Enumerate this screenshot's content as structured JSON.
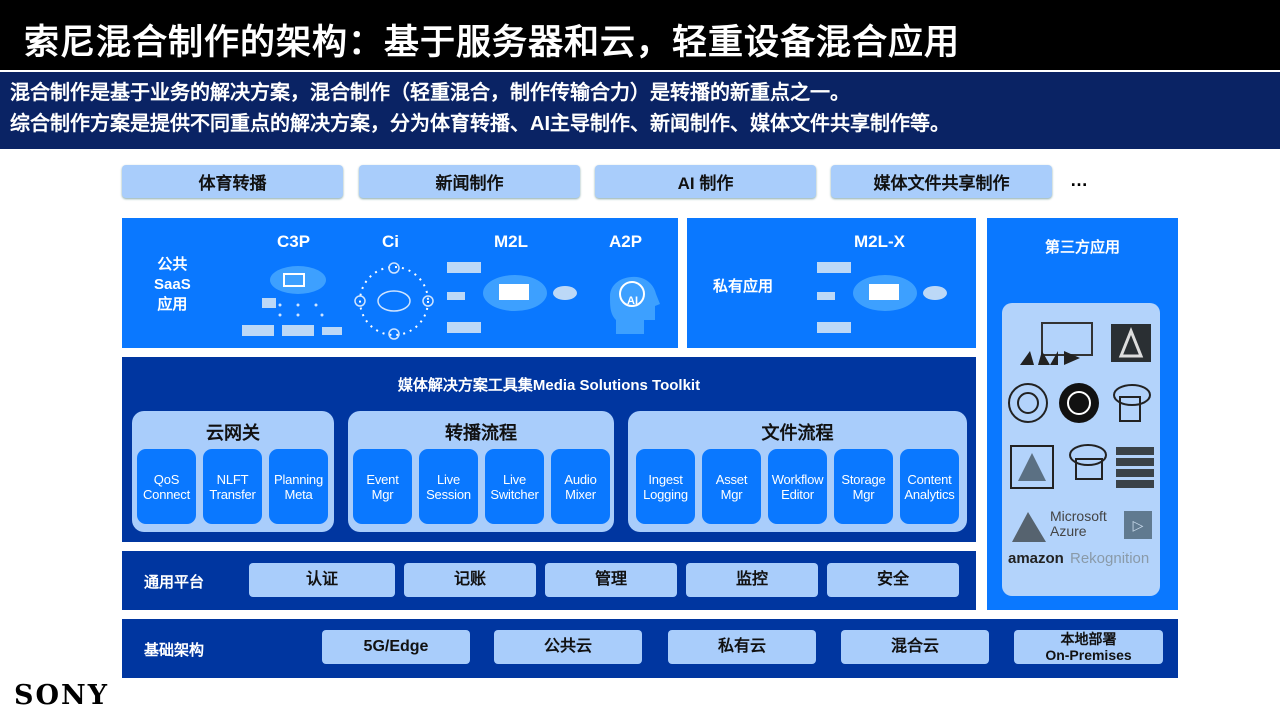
{
  "title": "索尼混合制作的架构：基于服务器和云，轻重设备混合应用",
  "subtitle": [
    "混合制作是基于业务的解决方案，混合制作（轻重混合，制作传输合力）是转播的新重点之一。",
    "综合制作方案是提供不同重点的解决方案，分为体育转播、AI主导制作、新闻制作、媒体文件共享制作等。"
  ],
  "tabs": [
    "体育转播",
    "新闻制作",
    "AI 制作",
    "媒体文件共享制作"
  ],
  "tabs_more": "…",
  "public_saas": {
    "label_lines": [
      "公共",
      "SaaS",
      "应用"
    ],
    "services": [
      "C3P",
      "Ci",
      "M2L",
      "A2P"
    ],
    "ai_badge": "AI"
  },
  "private_app": {
    "label": "私有应用",
    "service": "M2L-X"
  },
  "third_party": {
    "label": "第三方应用",
    "logos": {
      "microsoft": [
        "Microsoft",
        "Azure"
      ],
      "amazon": "amazon",
      "rekognition": "Rekognition"
    }
  },
  "toolkit": {
    "title": "媒体解决方案工具集Media Solutions Toolkit",
    "groups": [
      {
        "title": "云网关",
        "items": [
          [
            "QoS",
            "Connect"
          ],
          [
            "NLFT",
            "Transfer"
          ],
          [
            "Planning",
            "Meta"
          ]
        ]
      },
      {
        "title": "转播流程",
        "items": [
          [
            "Event",
            "Mgr"
          ],
          [
            "Live",
            "Session"
          ],
          [
            "Live",
            "Switcher"
          ],
          [
            "Audio",
            "Mixer"
          ]
        ]
      },
      {
        "title": "文件流程",
        "items": [
          [
            "Ingest",
            "Logging"
          ],
          [
            "Asset",
            "Mgr"
          ],
          [
            "Workflow",
            "Editor"
          ],
          [
            "Storage",
            "Mgr"
          ],
          [
            "Content",
            "Analytics"
          ]
        ]
      }
    ]
  },
  "platform": {
    "label": "通用平台",
    "items": [
      "认证",
      "记账",
      "管理",
      "监控",
      "安全"
    ]
  },
  "infra": {
    "label": "基础架构",
    "items": [
      "5G/Edge",
      "公共云",
      "私有云",
      "混合云"
    ],
    "onprem": [
      "本地部署",
      "On-Premises"
    ]
  },
  "logo": "SONY",
  "colors": {
    "dark": "#0036a0",
    "bright": "#0a78ff",
    "light": "#a9cdfb",
    "navy": "#0a2364"
  }
}
